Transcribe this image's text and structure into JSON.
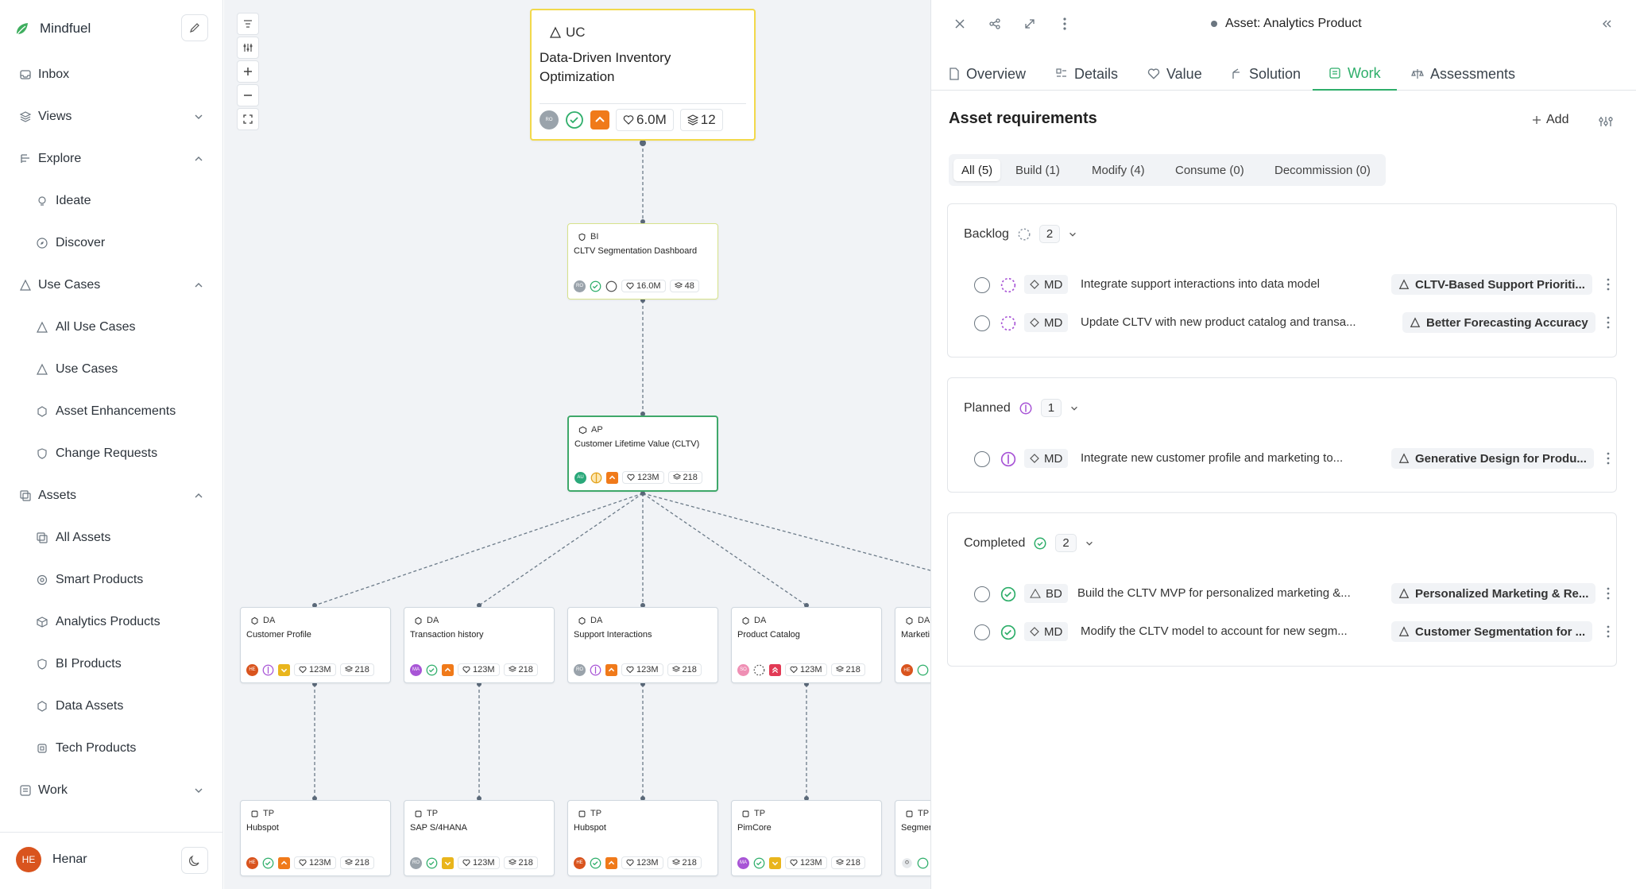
{
  "sidebar": {
    "brand": "Mindfuel",
    "items": [
      {
        "label": "Inbox",
        "icon": "inbox-icon"
      },
      {
        "label": "Views",
        "icon": "layers-icon"
      },
      {
        "label": "Explore",
        "icon": "explore-icon"
      },
      {
        "label": "Ideate",
        "icon": "bulb-icon"
      },
      {
        "label": "Discover",
        "icon": "compass-icon"
      },
      {
        "label": "Use Cases",
        "icon": "triangle-icon"
      },
      {
        "label": "All Use Cases",
        "icon": "triangle-icon"
      },
      {
        "label": "Use Cases",
        "icon": "triangle-icon"
      },
      {
        "label": "Asset Enhancements",
        "icon": "enhance-icon"
      },
      {
        "label": "Change Requests",
        "icon": "shield-icon"
      },
      {
        "label": "Assets",
        "icon": "copy-icon"
      },
      {
        "label": "All Assets",
        "icon": "copy-icon"
      },
      {
        "label": "Smart Products",
        "icon": "gear-icon"
      },
      {
        "label": "Analytics Products",
        "icon": "cube-icon"
      },
      {
        "label": "BI Products",
        "icon": "shield-icon"
      },
      {
        "label": "Data Assets",
        "icon": "hexagon-icon"
      },
      {
        "label": "Tech Products",
        "icon": "chip-icon"
      },
      {
        "label": "Work",
        "icon": "list-icon"
      }
    ],
    "user": {
      "initials": "HE",
      "name": "Henar"
    }
  },
  "canvas": {
    "root": {
      "tag": "UC",
      "title": "Data-Driven Inventory Optimization",
      "avatar": "RO",
      "value": "6.0M",
      "count": "12"
    },
    "bi": {
      "tag": "BI",
      "title": "CLTV Segmentation Dashboard",
      "avatar": "RO",
      "value": "16.0M",
      "count": "48"
    },
    "ap": {
      "tag": "AP",
      "title": "Customer Lifetime Value (CLTV)",
      "avatar": "AU",
      "value": "123M",
      "count": "218"
    },
    "da": [
      {
        "tag": "DA",
        "title": "Customer Profile",
        "avatar": "HE",
        "value": "123M",
        "count": "218"
      },
      {
        "tag": "DA",
        "title": "Transaction history",
        "avatar": "MA",
        "value": "123M",
        "count": "218"
      },
      {
        "tag": "DA",
        "title": "Support Interactions",
        "avatar": "RO",
        "value": "123M",
        "count": "218"
      },
      {
        "tag": "DA",
        "title": "Product Catalog",
        "avatar": "SO",
        "value": "123M",
        "count": "218"
      },
      {
        "tag": "DA",
        "title": "Marketi",
        "avatar": "HE",
        "value": "",
        "count": ""
      }
    ],
    "tp": [
      {
        "tag": "TP",
        "title": "Hubspot",
        "avatar": "HE",
        "value": "123M",
        "count": "218"
      },
      {
        "tag": "TP",
        "title": "SAP S/4HANA",
        "avatar": "RO",
        "value": "123M",
        "count": "218"
      },
      {
        "tag": "TP",
        "title": "Hubspot",
        "avatar": "HE",
        "value": "123M",
        "count": "218"
      },
      {
        "tag": "TP",
        "title": "PimCore",
        "avatar": "MA",
        "value": "123M",
        "count": "218"
      },
      {
        "tag": "TP",
        "title": "Segmer",
        "avatar": "",
        "value": "",
        "count": ""
      }
    ]
  },
  "panel": {
    "title": "Asset: Analytics Product",
    "tabs": [
      "Overview",
      "Details",
      "Value",
      "Solution",
      "Work",
      "Assessments"
    ],
    "active_tab": "Work",
    "heading": "Asset requirements",
    "add_label": "Add",
    "filters": [
      "All (5)",
      "Build (1)",
      "Modify (4)",
      "Consume (0)",
      "Decommission (0)"
    ],
    "groups": [
      {
        "name": "Backlog",
        "count": "2",
        "rows": [
          {
            "type": "MD",
            "text": "Integrate support interactions into data model",
            "link": "CLTV-Based Support Prioriti..."
          },
          {
            "type": "MD",
            "text": "Update CLTV with new product catalog and transa...",
            "link": "Better Forecasting Accuracy"
          }
        ]
      },
      {
        "name": "Planned",
        "count": "1",
        "rows": [
          {
            "type": "MD",
            "text": "Integrate new customer profile and marketing to...",
            "link": "Generative Design for Produ..."
          }
        ]
      },
      {
        "name": "Completed",
        "count": "2",
        "rows": [
          {
            "type": "BD",
            "text": "Build the CLTV MVP for personalized marketing &...",
            "link": "Personalized Marketing & Re..."
          },
          {
            "type": "MD",
            "text": "Modify the CLTV model to account for new segm...",
            "link": "Customer Segmentation for ..."
          }
        ]
      }
    ]
  },
  "colors": {
    "accent": "#2eae6a",
    "highlight": "#f2d94b",
    "orange": "#f07a1a",
    "purple": "#a855d6"
  }
}
